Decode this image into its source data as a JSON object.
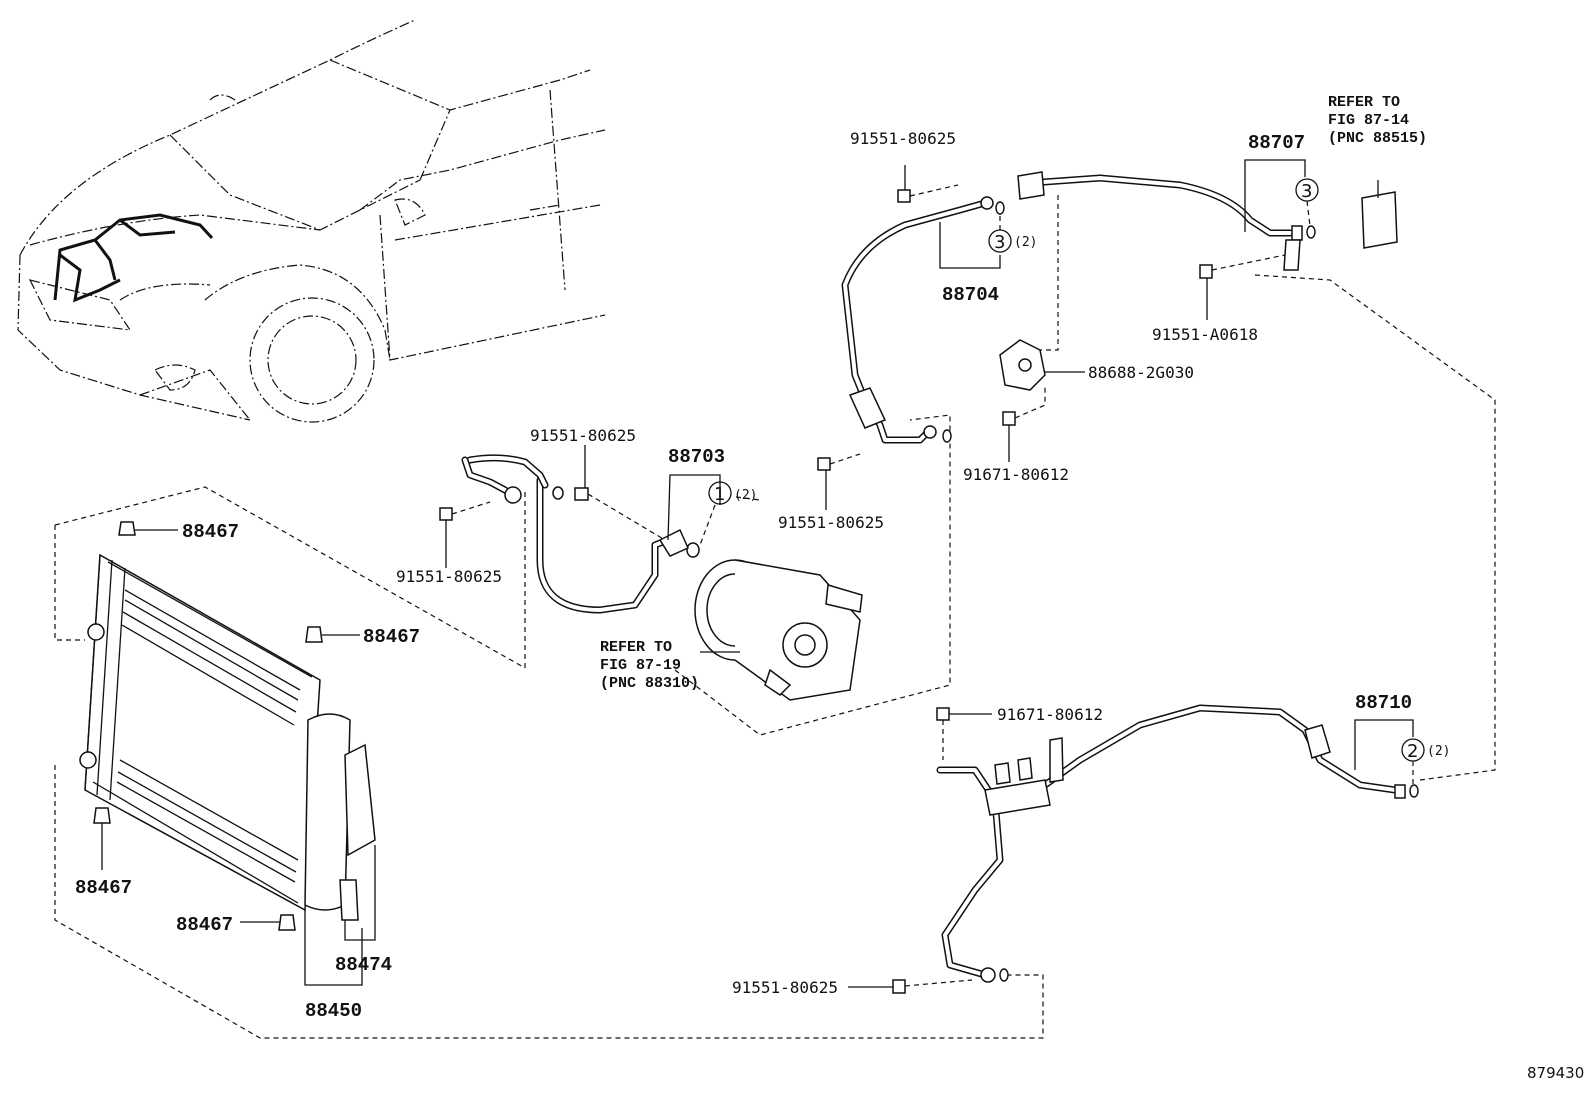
{
  "labels": {
    "bolt_88704_top": "91551-80625",
    "hose_88704": "88704",
    "hose_88704_qty": "(2)",
    "pipe_88707": "88707",
    "refer_88515_line1": "REFER TO",
    "refer_88515_line2": "FIG 87-14",
    "refer_88515_line3": "(PNC 88515)",
    "bolt_a0618": "91551-A0618",
    "bracket_2g030": "88688-2G030",
    "bolt_80612_top": "91671-80612",
    "bolt_88703_top": "91551-80625",
    "hose_88703": "88703",
    "hose_88703_qty": "(2)",
    "bolt_88703_left": "91551-80625",
    "bolt_compressor_side": "91551-80625",
    "refer_88310_line1": "REFER TO",
    "refer_88310_line2": "FIG 87-19",
    "refer_88310_line3": "(PNC 88310)",
    "cushion_top": "88467",
    "cushion_right": "88467",
    "cushion_left_bottom": "88467",
    "cushion_bottom": "88467",
    "dryer_88474": "88474",
    "condenser_88450": "88450",
    "bolt_80612_mid": "91671-80612",
    "pipe_88710": "88710",
    "pipe_88710_qty": "(2)",
    "bolt_bottom": "91551-80625",
    "figure_id": "879430"
  },
  "callouts": {
    "oring_1": "1",
    "oring_2": "2",
    "oring_3a": "3",
    "oring_3b": "3"
  }
}
